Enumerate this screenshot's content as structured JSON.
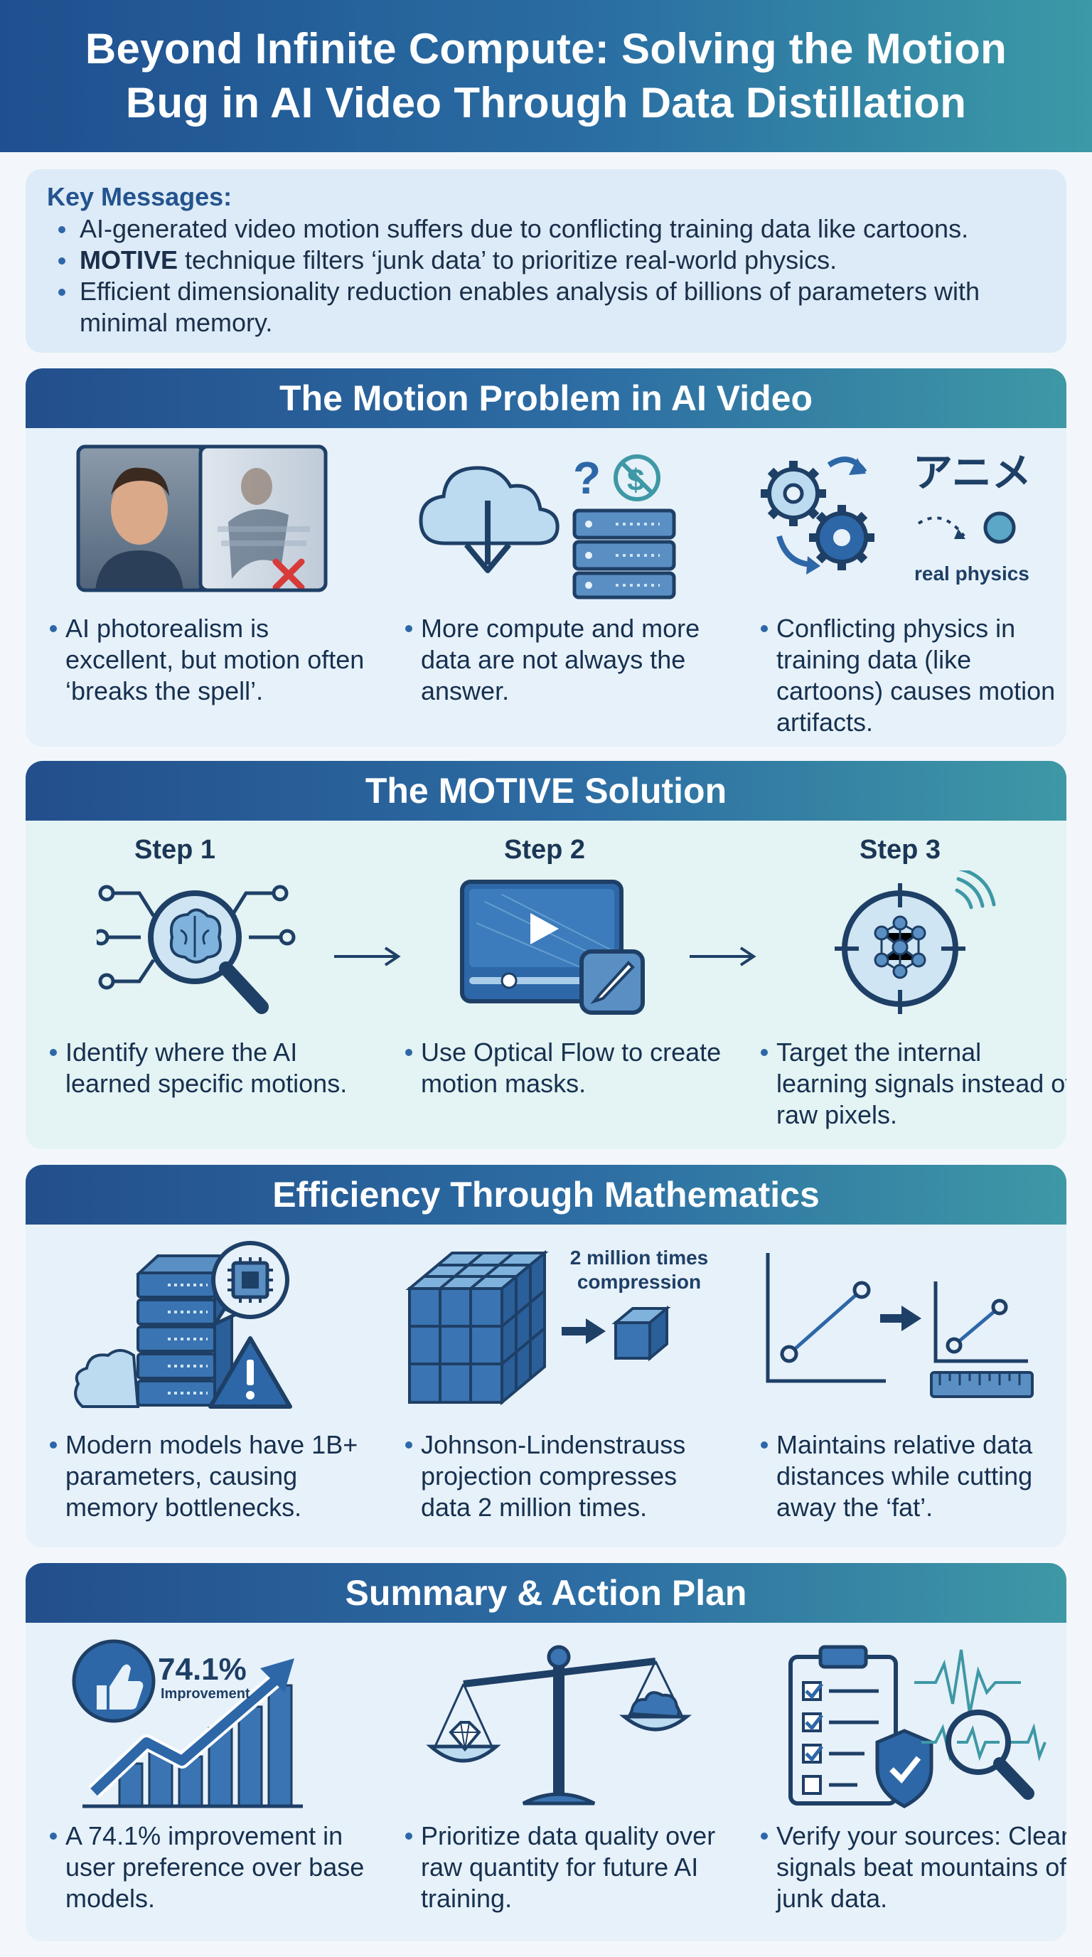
{
  "header": {
    "title_line1": "Beyond Infinite Compute: Solving the Motion",
    "title_line2": "Bug in AI Video Through Data Distillation"
  },
  "key_messages": {
    "heading": "Key Messages:",
    "item1": "AI-generated video motion suffers due to conflicting training data like cartoons.",
    "item2_bold": "MOTIVE",
    "item2_rest": " technique filters ‘junk data’ to prioritize real-world physics.",
    "item3": "Efficient dimensionality reduction enables analysis of billions of parameters with minimal memory."
  },
  "motion_problem": {
    "heading": "The Motion Problem in AI Video",
    "anime_label": "アニメ",
    "physics_label": "real physics",
    "cap1": "AI photorealism is excellent, but motion often ‘breaks the spell’.",
    "cap2": "More compute and more data are not always the answer.",
    "cap3": "Conflicting physics in training data (like cartoons) causes motion artifacts."
  },
  "motive_solution": {
    "heading": "The MOTIVE Solution",
    "step1": "Step 1",
    "step2": "Step 2",
    "step3": "Step 3",
    "cap1": "Identify where the AI learned specific motions.",
    "cap2": "Use Optical Flow to create motion masks.",
    "cap3": "Target the internal learning signals instead of raw pixels."
  },
  "efficiency": {
    "heading": "Efficiency Through Mathematics",
    "compression_line1": "2 million times",
    "compression_line2": "compression",
    "cap1": "Modern models have 1B+ parameters, causing memory bottlenecks.",
    "cap2": "Johnson-Lindenstrauss projection compresses data 2 million times.",
    "cap3": "Maintains relative data distances while cutting away the ‘fat’."
  },
  "summary": {
    "heading": "Summary & Action Plan",
    "stat_value": "74.1%",
    "stat_label": "Improvement",
    "cap1": "A 74.1% improvement in user preference over base models.",
    "cap2": "Prioritize data quality over raw quantity for future AI training.",
    "cap3": "Verify your sources: Clean signals beat mountains of junk data."
  },
  "colors": {
    "navy": "#1e3f66",
    "blue": "#2d67a8",
    "light_blue": "#a9cde9",
    "teal": "#3e98a5",
    "alert_red": "#d83a3a"
  }
}
